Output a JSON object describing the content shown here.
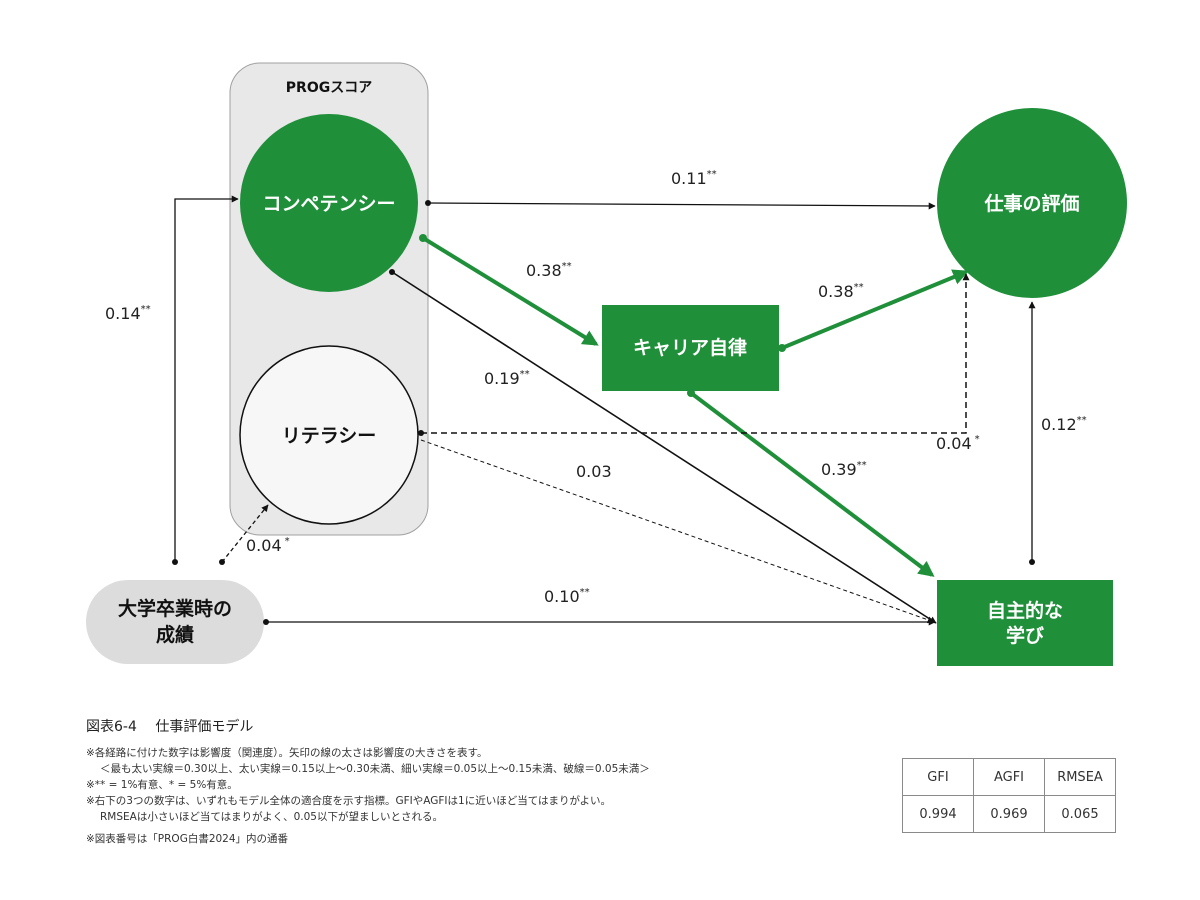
{
  "group": {
    "title": "PROGスコア"
  },
  "nodes": {
    "competency": "コンペテンシー",
    "literacy": "リテラシー",
    "job_evaluation": "仕事の評価",
    "career_autonomy": "キャリア自律",
    "self_learning_line1": "自主的な",
    "self_learning_line2": "学び",
    "graduation_grades_line1": "大学卒業時の",
    "graduation_grades_line2": "成績"
  },
  "paths": {
    "competency_to_job": {
      "value": "0.11",
      "sig": "**"
    },
    "competency_to_career": {
      "value": "0.38",
      "sig": "**"
    },
    "career_to_job": {
      "value": "0.38",
      "sig": "**"
    },
    "competency_to_learning": {
      "value": "0.19",
      "sig": "**"
    },
    "literacy_to_job": {
      "value": "0.04",
      "sig": "*"
    },
    "literacy_to_learning": {
      "value": "0.03",
      "sig": ""
    },
    "career_to_learning": {
      "value": "0.39",
      "sig": "**"
    },
    "learning_to_job": {
      "value": "0.12",
      "sig": "**"
    },
    "grades_to_competency": {
      "value": "0.14",
      "sig": "**"
    },
    "grades_to_literacy": {
      "value": "0.04",
      "sig": "*"
    },
    "grades_to_learning": {
      "value": "0.10",
      "sig": "**"
    }
  },
  "caption": "図表6-4　 仕事評価モデル",
  "notes": [
    "※各経路に付けた数字は影響度（関連度）。矢印の線の太さは影響度の大きさを表す。",
    "＜最も太い実線＝0.30以上、太い実線＝0.15以上～0.30未満、細い実線＝0.05以上～0.15未満、破線＝0.05未満＞",
    "※** = 1%有意、* = 5%有意。",
    "※右下の3つの数字は、いずれもモデル全体の適合度を示す指標。GFIやAGFIは1に近いほど当てはまりがよい。",
    "RMSEAは小さいほど当てはまりがよく、0.05以下が望ましいとされる。",
    "※図表番号は「PROG白書2024」内の通番"
  ],
  "fit_table": {
    "headers": [
      "GFI",
      "AGFI",
      "RMSEA"
    ],
    "values": [
      "0.994",
      "0.969",
      "0.065"
    ]
  },
  "colors": {
    "green": "#1f8f3a",
    "group_bg": "#e8e8e8",
    "grades_bg": "#dcdcdc"
  }
}
